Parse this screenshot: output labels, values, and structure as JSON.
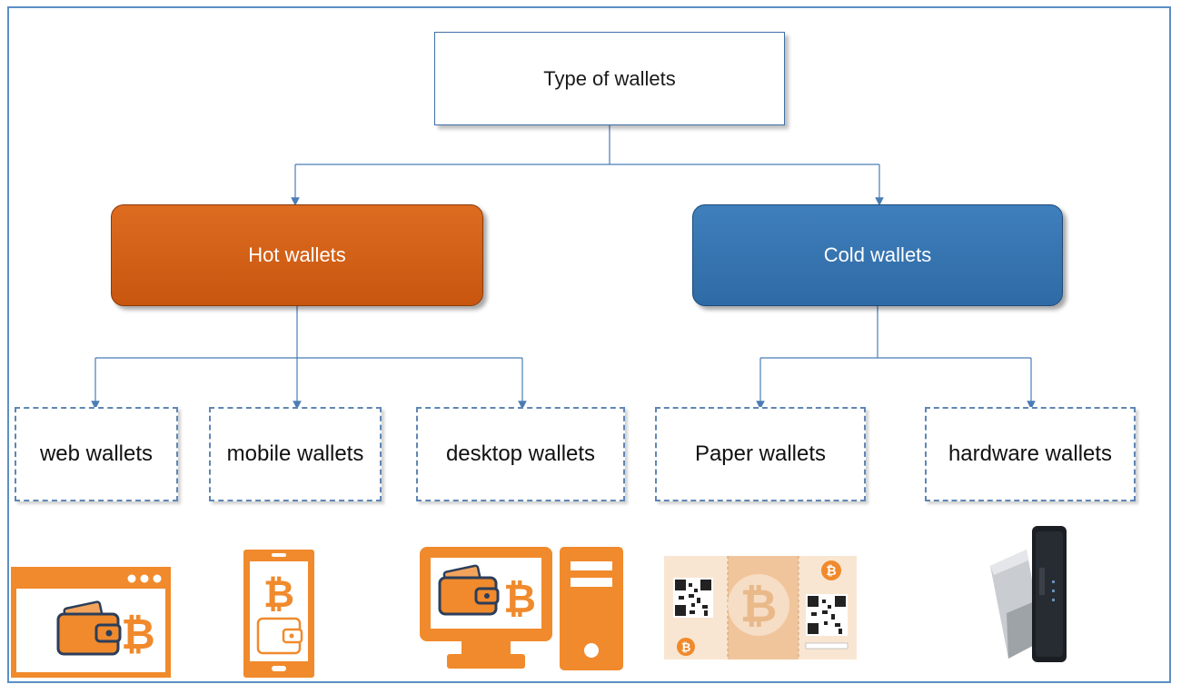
{
  "diagram": {
    "root": {
      "label": "Type of wallets"
    },
    "categories": [
      {
        "label": "Hot wallets",
        "color": "#d4621a",
        "children": [
          {
            "label": "web wallets",
            "icon": "browser-wallet-bitcoin-icon"
          },
          {
            "label": "mobile wallets",
            "icon": "phone-wallet-bitcoin-icon"
          },
          {
            "label": "desktop wallets",
            "icon": "desktop-computer-wallet-bitcoin-icon"
          }
        ]
      },
      {
        "label": "Cold wallets",
        "color": "#3674b0",
        "children": [
          {
            "label": "Paper wallets",
            "icon": "paper-wallet-qr-image"
          },
          {
            "label": "hardware wallets",
            "icon": "usb-hardware-wallet-image"
          }
        ]
      }
    ]
  },
  "colors": {
    "orange": "#f08a2c",
    "blue_border": "#5b8fc6",
    "connector": "#4a7db5"
  }
}
